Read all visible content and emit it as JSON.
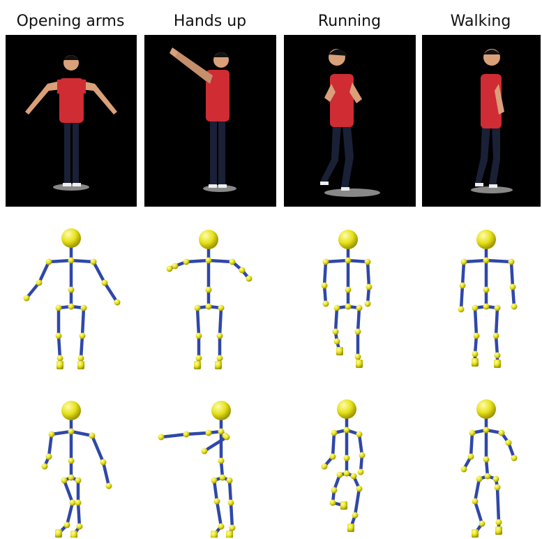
{
  "columns": [
    {
      "title": "Opening arms"
    },
    {
      "title": "Hands up"
    },
    {
      "title": "Running"
    },
    {
      "title": "Walking"
    }
  ],
  "colors": {
    "bone": "#2f47a8",
    "joint": "#e6e21a",
    "joint_shade": "#9c9400",
    "shirt": "#cf2c33",
    "pants": "#1a2036",
    "skin": "#d9a07a",
    "background_photo": "#000000"
  }
}
